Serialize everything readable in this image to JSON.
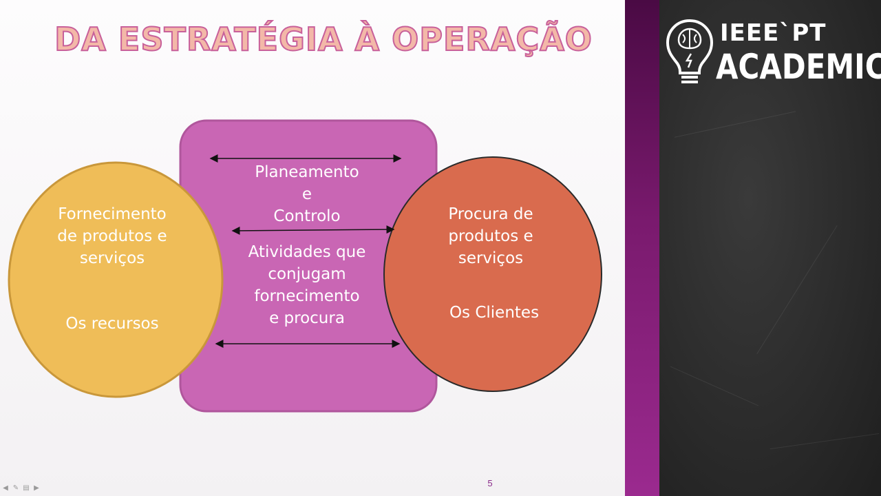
{
  "slide": {
    "title": "DA ESTRATÉGIA À OPERAÇÃO",
    "page_number": "5"
  },
  "diagram": {
    "center_box": {
      "top_label": "Planeamento\ne\nControlo",
      "bottom_label": "Atividades que\nconjugam\nfornecimento\ne procura",
      "color": "#c966b4"
    },
    "left_circle": {
      "label": "Fornecimento\nde produtos e\nserviços",
      "sublabel": "Os recursos",
      "color": "#efbd58"
    },
    "right_circle": {
      "label": "Procura de\nprodutos e\nserviços",
      "sublabel": "Os Clientes",
      "color": "#d96b4e"
    }
  },
  "logo": {
    "line1": "IEEE`PT",
    "line2": "ACADEMIC",
    "icon": "lightbulb-brain-icon"
  },
  "navigation": {
    "prev": "◀",
    "pen": "✎",
    "menu": "▤",
    "next": "▶"
  },
  "colors": {
    "title_fill": "#f3b8a8",
    "title_stroke": "#c8609a",
    "sidebar_purple": "#7a1a6e",
    "chalkboard": "#2a2a2a"
  }
}
